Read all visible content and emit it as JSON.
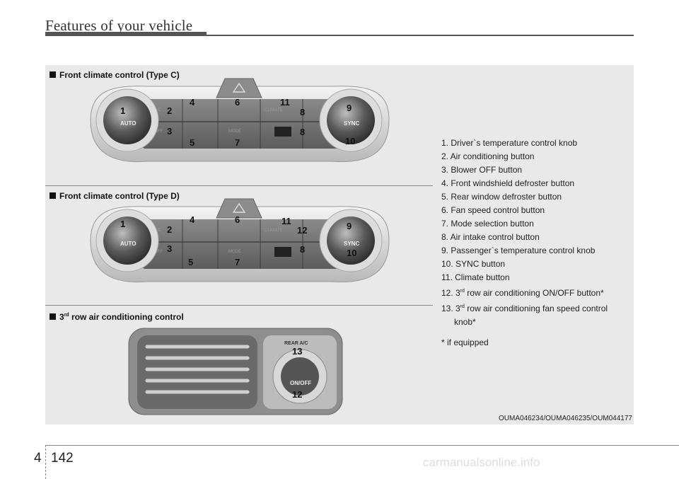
{
  "header": {
    "title": "Features of your vehicle"
  },
  "sections": {
    "type_c_title": "Front climate control (Type C)",
    "type_d_title": "Front climate control (Type D)",
    "third_row_title_num": "3",
    "third_row_title_sup": "rd",
    "third_row_title_rest": " row air conditioning control"
  },
  "panel_labels": {
    "auto": "AUTO",
    "ac": "A/C",
    "off": "OFF",
    "mode": "MODE",
    "sync": "SYNC",
    "climate": "CLIMATE",
    "rear_ac": "REAR A/C",
    "on_off": "ON/OFF"
  },
  "callouts": {
    "c": [
      "1",
      "2",
      "3",
      "4",
      "5",
      "6",
      "7",
      "8",
      "8",
      "9",
      "10",
      "11"
    ],
    "d": [
      "1",
      "2",
      "3",
      "4",
      "5",
      "6",
      "7",
      "8",
      "9",
      "10",
      "11",
      "12"
    ],
    "r": [
      "13",
      "12"
    ]
  },
  "legend": {
    "item1": "1. Driver`s temperature control knob",
    "item2": "2. Air conditioning button",
    "item3": "3. Blower OFF button",
    "item4": "4. Front windshield defroster button",
    "item5": "5. Rear window defroster button",
    "item6": "6. Fan speed control button",
    "item7": "7. Mode selection button",
    "item8": "8. Air intake control button",
    "item9": "9. Passenger`s temperature control knob",
    "item10": "10. SYNC button",
    "item11": "11. Climate button",
    "item12_pre": "12. 3",
    "item12_sup": "rd",
    "item12_post": " row air conditioning ON/OFF button*",
    "item13_pre": "13. 3",
    "item13_sup": "rd",
    "item13_post": " row air conditioning fan speed control",
    "item13_cont": "knob*",
    "footnote": "* if equipped"
  },
  "image_code": "OUMA046234/OUMA046235/OUM044177",
  "footer": {
    "chapter": "4",
    "page": "142",
    "watermark": "carmanualsonline.info"
  }
}
